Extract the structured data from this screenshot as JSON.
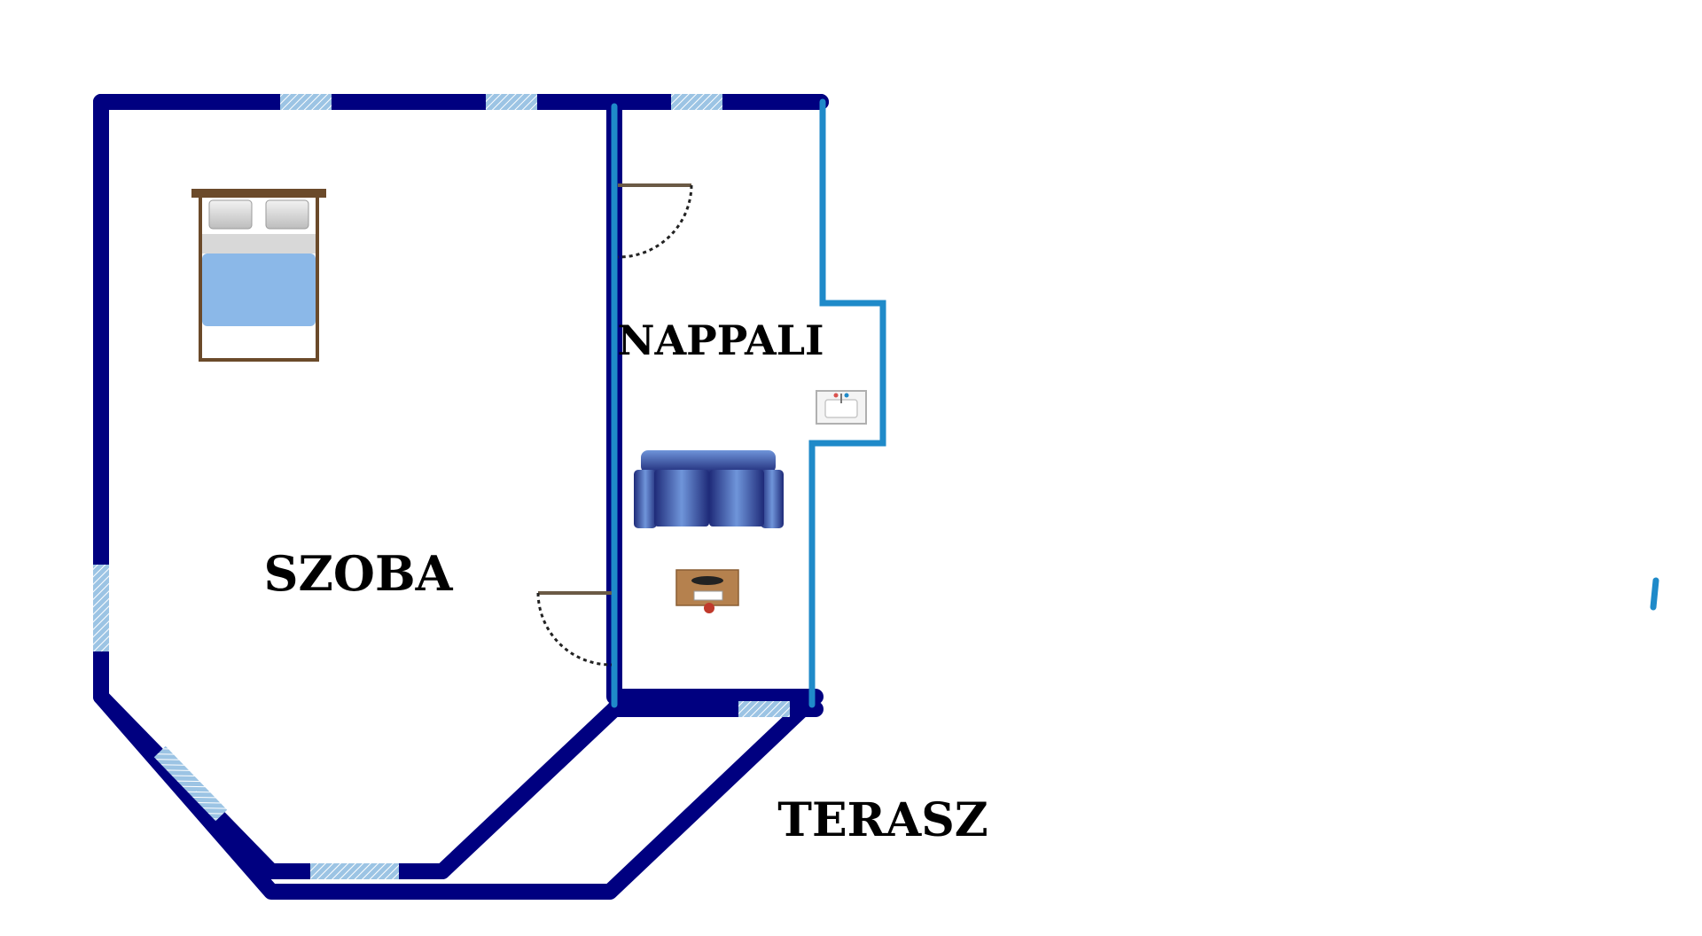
{
  "floor_plan": {
    "rooms": {
      "szoba": {
        "label": "SZOBA"
      },
      "nappali": {
        "label": "NAPPALI"
      },
      "terasz": {
        "label": "TERASZ"
      }
    },
    "furniture": [
      "bed-icon",
      "sofa-icon",
      "desk-icon",
      "sink-icon"
    ],
    "doors": [
      "door-nappali-top",
      "door-szoba-nappali"
    ]
  },
  "colors": {
    "outer_wall": "#000080",
    "inner_wall": "#1F8AC9",
    "window_fill": "#9CC4E4",
    "window_hatch": "#ffffff",
    "bed_frame": "#6B4A2A",
    "bed_blanket": "#8BB8E8",
    "pillow": "#D8D8D8",
    "sofa_dark": "#1E2A78",
    "sofa_light": "#5E8BD6",
    "desk_wood": "#B5814E",
    "door_leaf": "#6B5A45",
    "door_swing": "#222222"
  }
}
